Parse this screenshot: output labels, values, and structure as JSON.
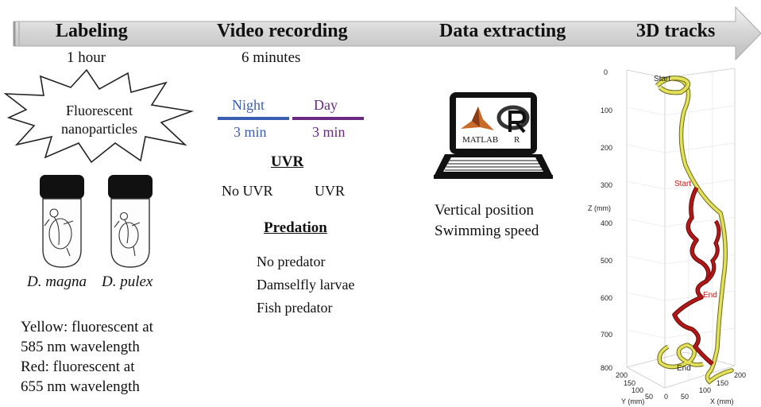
{
  "stages": {
    "labeling": "Labeling",
    "video": "Video recording",
    "data": "Data extracting",
    "tracks": "3D tracks"
  },
  "durations": {
    "labeling": "1 hour",
    "video": "6 minutes"
  },
  "labeling": {
    "burst_line1": "Fluorescent",
    "burst_line2": "nanoparticles",
    "species1": "D. magna",
    "species2": "D. pulex",
    "legend": [
      "Yellow: fluorescent at",
      "585 nm wavelength",
      "Red: fluorescent at",
      "655 nm wavelength"
    ]
  },
  "video": {
    "night_label": "Night",
    "night_dur": "3 min",
    "day_label": "Day",
    "day_dur": "3 min",
    "uvr_header": "UVR",
    "uvr_off": "No UVR",
    "uvr_on": "UVR",
    "predation_header": "Predation",
    "predation_items": [
      "No predator",
      "Damselfly larvae",
      "Fish predator"
    ]
  },
  "extract": {
    "screen_matlab": "MATLAB",
    "screen_r": "R",
    "outputs": [
      "Vertical position",
      "Swimming speed"
    ]
  },
  "plot": {
    "z_label": "Z (mm)",
    "y_label": "Y (mm)",
    "x_label": "X (mm)",
    "z_ticks": [
      "0",
      "100",
      "200",
      "300",
      "400",
      "500",
      "600",
      "700",
      "800"
    ],
    "y_ticks": [
      "200",
      "150",
      "100",
      "50",
      "0"
    ],
    "x_ticks": [
      "50",
      "100",
      "150",
      "200"
    ],
    "start_yellow": "Start",
    "end_yellow": "End",
    "start_red": "Start",
    "end_red": "End"
  },
  "colors": {
    "night": "#3a5fb0",
    "day": "#6a2a82",
    "yellow_track": "#e3e05a",
    "red_track": "#b01818",
    "arrow": "#d6d6d6"
  }
}
